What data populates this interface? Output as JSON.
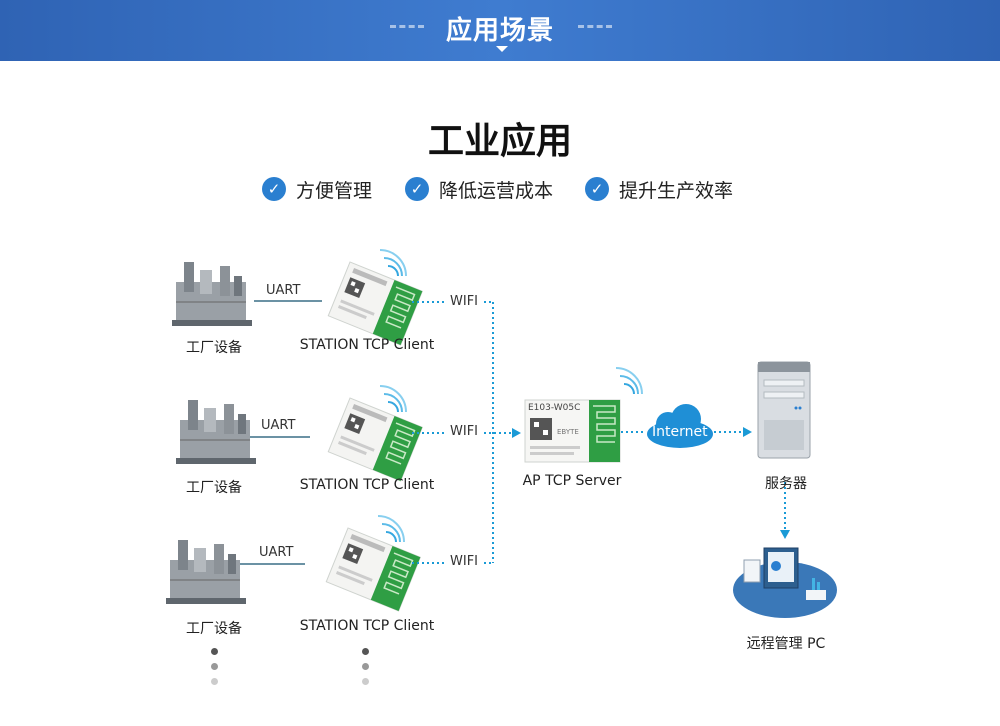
{
  "banner": {
    "title": "应用场景"
  },
  "heading": "工业应用",
  "features": [
    "方便管理",
    "降低运营成本",
    "提升生产效率"
  ],
  "rows": [
    {
      "device_label": "工厂设备",
      "uart": "UART",
      "module_label": "STATION TCP Client",
      "wifi": "WIFI"
    },
    {
      "device_label": "工厂设备",
      "uart": "UART",
      "module_label": "STATION TCP Client",
      "wifi": "WIFI"
    },
    {
      "device_label": "工厂设备",
      "uart": "UART",
      "module_label": "STATION TCP Client",
      "wifi": "WIFI"
    }
  ],
  "ap": {
    "label": "AP TCP Server",
    "module_text": "E103-W05C",
    "maker": "EBYTE"
  },
  "internet": "Internet",
  "server": {
    "label": "服务器"
  },
  "pc": {
    "label": "远程管理 PC"
  },
  "colors": {
    "banner": "#2f63b4",
    "accent": "#2a7fd0",
    "link": "#1a9ad6"
  }
}
